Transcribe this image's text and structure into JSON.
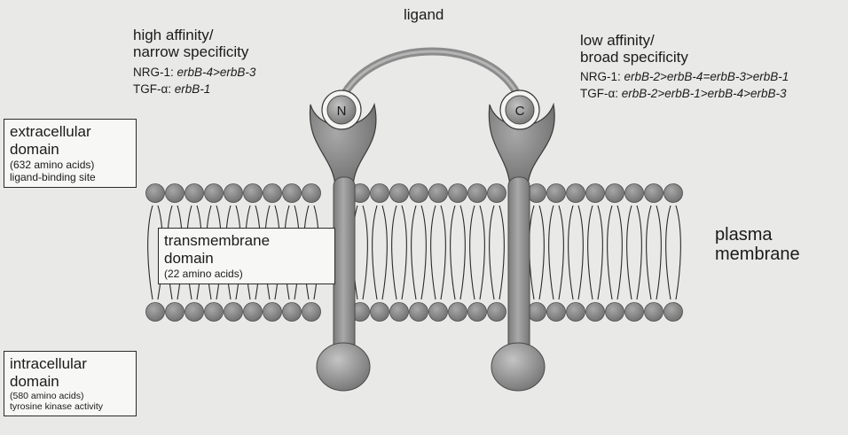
{
  "labels": {
    "ligand": "ligand",
    "high_affinity_line1": "high affinity/",
    "high_affinity_line2": "narrow specificity",
    "high_nrg_prefix": "NRG-1: ",
    "high_nrg_order": "erbB-4>erbB-3",
    "high_tgf_prefix": "TGF-α: ",
    "high_tgf_order": "erbB-1",
    "low_affinity_line1": "low affinity/",
    "low_affinity_line2": "broad specificity",
    "low_nrg_prefix": "NRG-1: ",
    "low_nrg_order": "erbB-2>erbB-4=erbB-3>erbB-1",
    "low_tgf_prefix": "TGF-α: ",
    "low_tgf_order": "erbB-2>erbB-1>erbB-4>erbB-3",
    "n_terminus": "N",
    "c_terminus": "C",
    "plasma_membrane_line1": "plasma",
    "plasma_membrane_line2": "membrane"
  },
  "boxes": {
    "extracellular": {
      "title1": "extracellular",
      "title2": "domain",
      "detail1": "(632 amino acids)",
      "detail2": "ligand-binding site"
    },
    "transmembrane": {
      "title1": "transmembrane",
      "title2": "domain",
      "detail1": "(22 amino acids)"
    },
    "intracellular": {
      "title1": "intracellular",
      "title2": "domain",
      "detail1": "(580 amino acids)",
      "detail2": "tyrosine kinase activity"
    }
  },
  "colors": {
    "background": "#e9e9e7",
    "protein": "#8e8e8e",
    "lipid_head": "#7d7d7d",
    "terminus_circle": "#8a8a8a",
    "outline": "#2a2a2a"
  }
}
